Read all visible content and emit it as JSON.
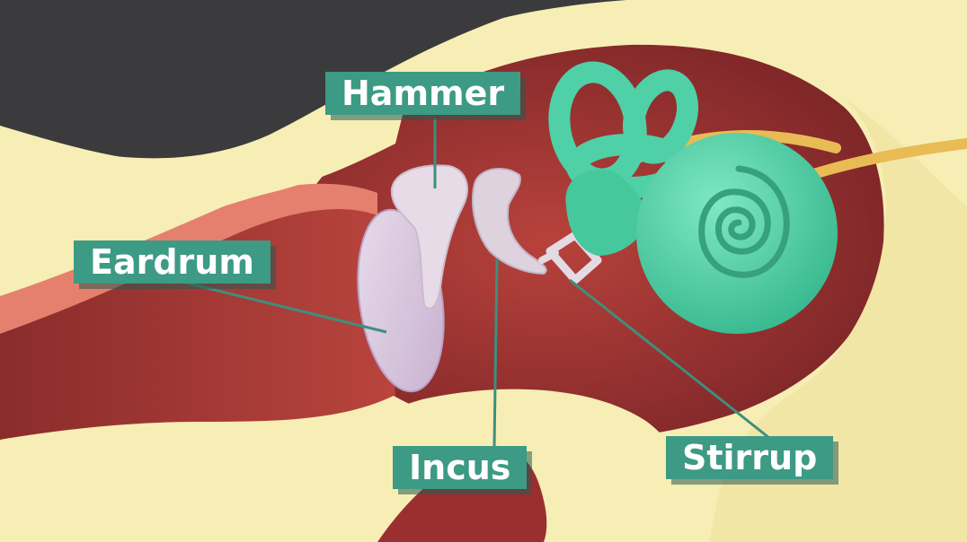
{
  "labels": {
    "hammer": "Hammer",
    "eardrum": "Eardrum",
    "incus": "Incus",
    "stirrup": "Stirrup"
  },
  "colors": {
    "background": "#3b3b3d",
    "bone": "#f6eeb4",
    "canal_flesh": "#a13735",
    "canal_skin": "#e57f6e",
    "ossicle": "#e6dbe6",
    "eardrum": "#d8c4dd",
    "cochlea": "#4fd0a6",
    "nerve": "#e9bb55",
    "label_bg": "#3d9a84",
    "label_text": "#ffffff",
    "leader_line": "#3d8f7e"
  }
}
